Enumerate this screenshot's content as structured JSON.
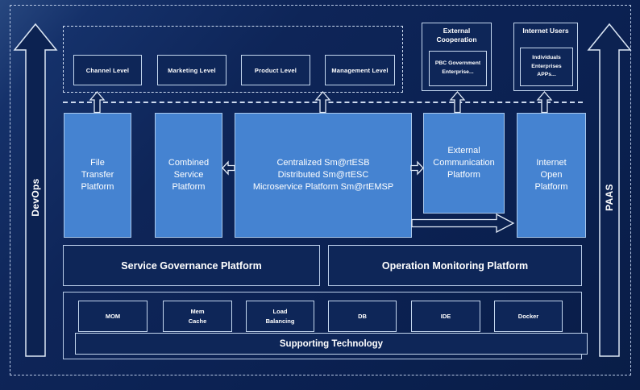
{
  "rails": {
    "devops_label": "DevOps",
    "paas_label": "PAAS"
  },
  "levels": {
    "items": [
      {
        "label": "Channel Level"
      },
      {
        "label": "Marketing Level"
      },
      {
        "label": "Product Level"
      },
      {
        "label": "Management Level"
      }
    ]
  },
  "external_cooperation": {
    "title": "External\nCooperation",
    "members": "PBC Government\nEnterprise..."
  },
  "internet_users": {
    "title": "Internet Users",
    "members": "Individuals\nEnterprises\nAPPs..."
  },
  "platforms": [
    {
      "label": "File\nTransfer\nPlatform"
    },
    {
      "label": "Combined\nService\nPlatform"
    },
    {
      "label": "Centralized Sm@rtESB\nDistributed Sm@rtESC\nMicroservice Platform Sm@rtEMSP"
    },
    {
      "label": "External\nCommunication\nPlatform"
    },
    {
      "label": "Internet\nOpen\nPlatform"
    }
  ],
  "governance": [
    {
      "label": "Service Governance Platform"
    },
    {
      "label": "Operation Monitoring Platform"
    }
  ],
  "supporting": {
    "technologies": [
      {
        "label": "MOM"
      },
      {
        "label": "Mem\nCache"
      },
      {
        "label": "Load\nBalancing"
      },
      {
        "label": "DB"
      },
      {
        "label": "IDE"
      },
      {
        "label": "Docker"
      }
    ],
    "footer_label": "Supporting Technology"
  },
  "colors": {
    "background": "#0d2355",
    "platform_fill": "#4583d1",
    "dark_box_fill": "#0e2658",
    "outline_light": "#c3d6ee",
    "text": "#ffffff"
  }
}
